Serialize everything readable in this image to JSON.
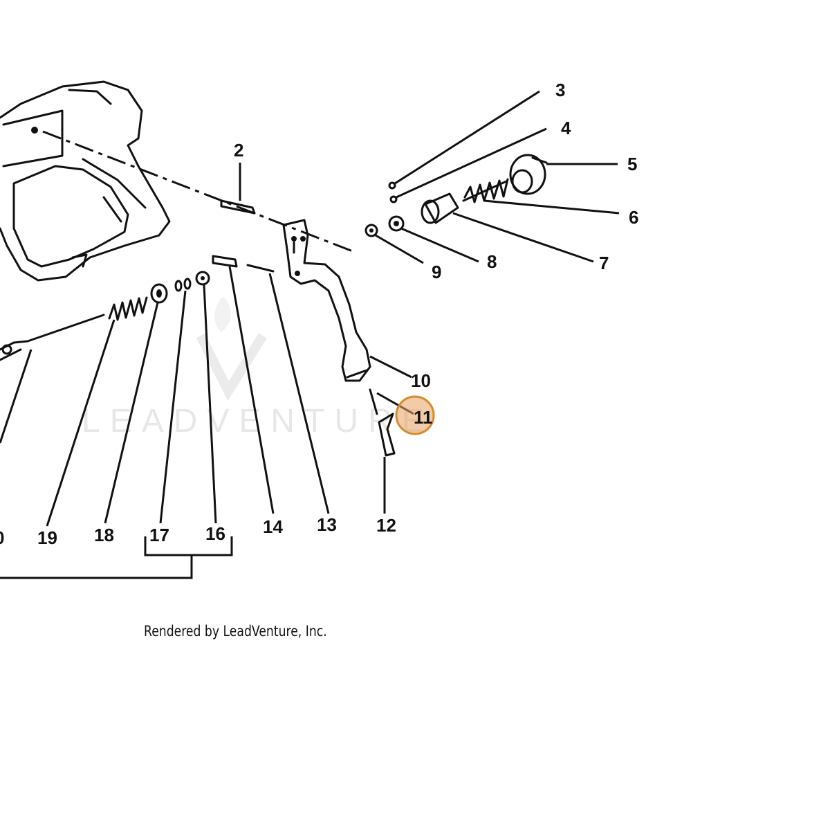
{
  "diagram": {
    "callouts": [
      {
        "id": "c2",
        "label": "2"
      },
      {
        "id": "c3",
        "label": "3"
      },
      {
        "id": "c4",
        "label": "4"
      },
      {
        "id": "c5",
        "label": "5"
      },
      {
        "id": "c6",
        "label": "6"
      },
      {
        "id": "c7",
        "label": "7"
      },
      {
        "id": "c8",
        "label": "8"
      },
      {
        "id": "c9",
        "label": "9"
      },
      {
        "id": "c10",
        "label": "10"
      },
      {
        "id": "c11",
        "label": "11"
      },
      {
        "id": "c12",
        "label": "12"
      },
      {
        "id": "c13",
        "label": "13"
      },
      {
        "id": "c14",
        "label": "14"
      },
      {
        "id": "c16",
        "label": "16"
      },
      {
        "id": "c17",
        "label": "17"
      },
      {
        "id": "c18",
        "label": "18"
      },
      {
        "id": "c19",
        "label": "19"
      },
      {
        "id": "c20",
        "label": "0"
      }
    ],
    "highlighted_callout": "11",
    "highlight_color": "#e8a060",
    "watermark_text": "LEADVENTURE",
    "credit_text": "Rendered by LeadVenture, Inc."
  }
}
